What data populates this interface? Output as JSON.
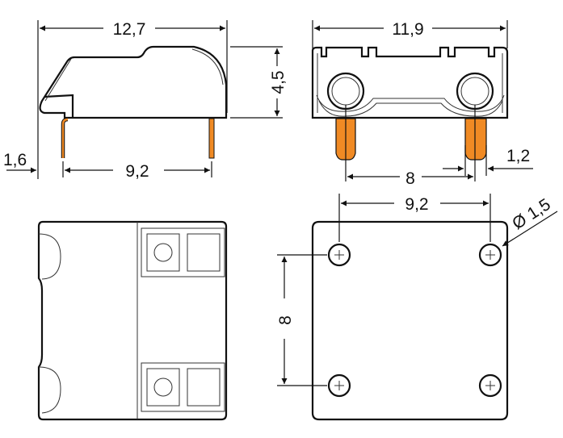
{
  "side_view": {
    "width_label": "12,7",
    "height_label": "4,5",
    "offset_label": "1,6",
    "pin_pitch_label": "9,2"
  },
  "front_view": {
    "width_label": "11,9",
    "pin_pitch_label": "8",
    "pin_width_label": "1,2"
  },
  "bottom_view_holes": {
    "x_pitch_label": "9,2",
    "y_pitch_label": "8",
    "hole_diameter_label": "Ø 1,5"
  },
  "colors": {
    "pin": "#f08a24",
    "line": "#111111"
  }
}
